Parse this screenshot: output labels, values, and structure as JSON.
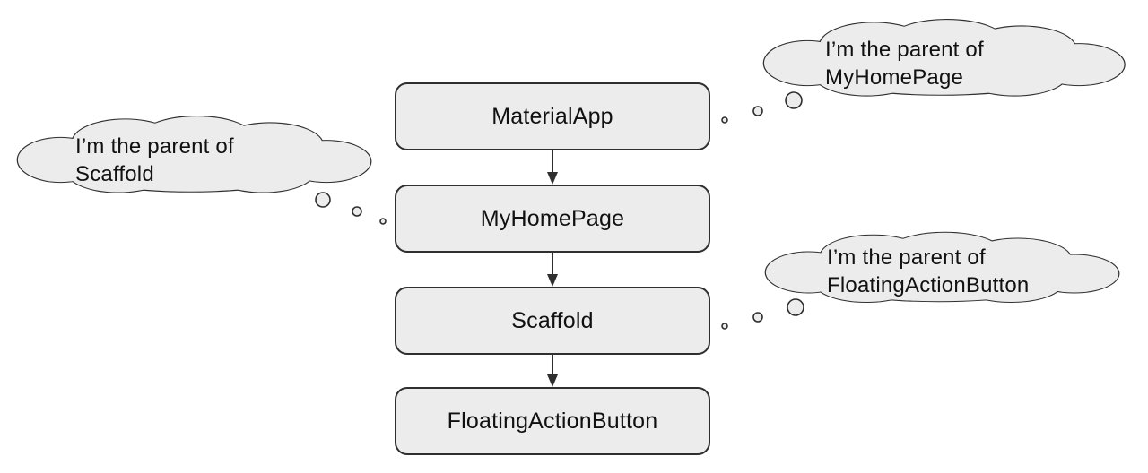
{
  "nodes": [
    {
      "id": "materialapp",
      "label": "MaterialApp"
    },
    {
      "id": "myhomepage",
      "label": "MyHomePage"
    },
    {
      "id": "scaffold",
      "label": "Scaffold"
    },
    {
      "id": "floatingactionbutton",
      "label": "FloatingActionButton"
    }
  ],
  "thought_bubbles": [
    {
      "speaker": "MaterialApp",
      "line1": "I’m the parent of",
      "line2": "MyHomePage"
    },
    {
      "speaker": "MyHomePage",
      "line1": "I’m the parent of",
      "line2": "Scaffold"
    },
    {
      "speaker": "Scaffold",
      "line1": "I’m the parent of",
      "line2": "FloatingActionButton"
    }
  ],
  "colors": {
    "fill": "#ececec",
    "stroke": "#2f2f2f",
    "text": "#111111",
    "background": "#ffffff"
  }
}
